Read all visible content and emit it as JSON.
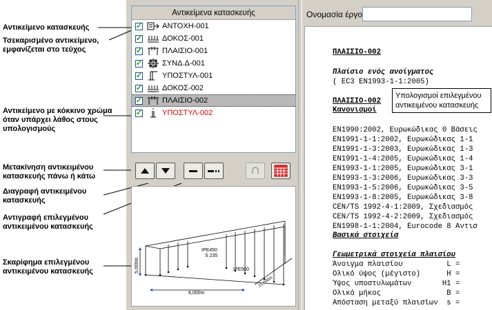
{
  "annotations": {
    "objects": "Αντικείμενο κατασκευής",
    "checked_1": "Τσεκαρισμένο αντικείμενο,",
    "checked_2": "εμφανίζεται στο τεύχος",
    "error_1": "Αντικείμενο με κόκκινο χρώμα",
    "error_2": "όταν υπάρχει λάθος στους",
    "error_3": "υπολογισμούς",
    "move_1": "Μετακίνηση αντικειμένου",
    "move_2": "κατασκευής πάνω ή κάτω",
    "delete_1": "Διαγραφή αντικειμένου",
    "delete_2": "κατασκευής",
    "copy_1": "Αντιγραφή επιλεγμένου",
    "copy_2": "αντικειμένου κατασκευής",
    "sketch_1": "Σκαρίφημα επιλεγμένου",
    "sketch_2": "αντικειμένου κατασκευής"
  },
  "objects_panel": {
    "title": "Αντικείμενα κατασκευής",
    "items": [
      {
        "label": "ΑΝΤΟΧΗ-001",
        "icon": "resistance-icon",
        "checked": true,
        "error": false,
        "selected": false
      },
      {
        "label": "ΔΟΚΟΣ-001",
        "icon": "beam-icon",
        "checked": true,
        "error": false,
        "selected": false
      },
      {
        "label": "ΠΛΑΙΣΙΟ-001",
        "icon": "frame-icon",
        "checked": true,
        "error": false,
        "selected": false
      },
      {
        "label": "ΣΥΝΔ.Δ-001",
        "icon": "connection-icon",
        "checked": true,
        "error": false,
        "selected": false
      },
      {
        "label": "ΥΠΟΣΤΥΛ-001",
        "icon": "column-icon",
        "checked": true,
        "error": false,
        "selected": false
      },
      {
        "label": "ΔΟΚΟΣ-002",
        "icon": "beam-icon",
        "checked": true,
        "error": false,
        "selected": false
      },
      {
        "label": "ΠΛΑΙΣΙΟ-002",
        "icon": "frame-icon",
        "checked": true,
        "error": false,
        "selected": true
      },
      {
        "label": "ΥΠΟΣΤΥΛ-002",
        "icon": "column-icon",
        "checked": true,
        "error": true,
        "selected": false
      }
    ]
  },
  "sketch": {
    "beam": "IPE450",
    "steel": "S 235",
    "column": "IPE500",
    "height": "5,000m",
    "span": "8,000m",
    "length": "21,000m"
  },
  "project": {
    "label": "Ονομασία έργου",
    "value": ""
  },
  "report": {
    "heading": "ΠΛΑΙΣΙΟ-002",
    "subtitle": "Πλαίσιο ενός ανοίγματος",
    "code": "( EC3 EN1993-1-1:2005)",
    "heading2": "ΠΛΑΙΣΙΟ-002",
    "regs_title": "Κανονισμοί",
    "regs": [
      "EN1990:2002, Ευρωκώδικας 0 Βάσεις",
      "EN1991-1-1:2002, Ευρωκώδικας 1-1",
      "EN1991-1-3:2003, Ευρωκώδικας 1-3",
      "EN1991-1-4:2005, Ευρωκώδικας 1-4",
      "EN1993-1-1:2005, Ευρωκώδικας 3-1",
      "EN1993-1-3:2006, Ευρωκώδικας 3-3",
      "EN1993-1-5:2006, Ευρωκώδικας 3-5",
      "EN1993-1-8:2005, Ευρωκώδικας 3-8",
      "CEN/TS 1992-4-1:2009, Σχεδιασμός",
      "CEN/TS 1992-4-2:2009, Σχεδιασμός",
      "EN1998-1-1:2004, Eurocode 8 Αντισ"
    ],
    "basic_title": "Βασικά στοιχεία",
    "geom_title": "Γεωμετρικά στοιχεία πλαισίου",
    "geom": [
      "Άνοιγμα πλαισίου          L =",
      "Ολικό ύψος (μέγιστο)      H =",
      "Ύψος υποστυλωμάτων       H1 =",
      "Ολικό μήκος               B =",
      "Απόσταση μεταξύ πλαισίων  s ="
    ],
    "callout": "Υπολογισμοί επιλεγμένου αντικειμένου κατασκευής"
  }
}
